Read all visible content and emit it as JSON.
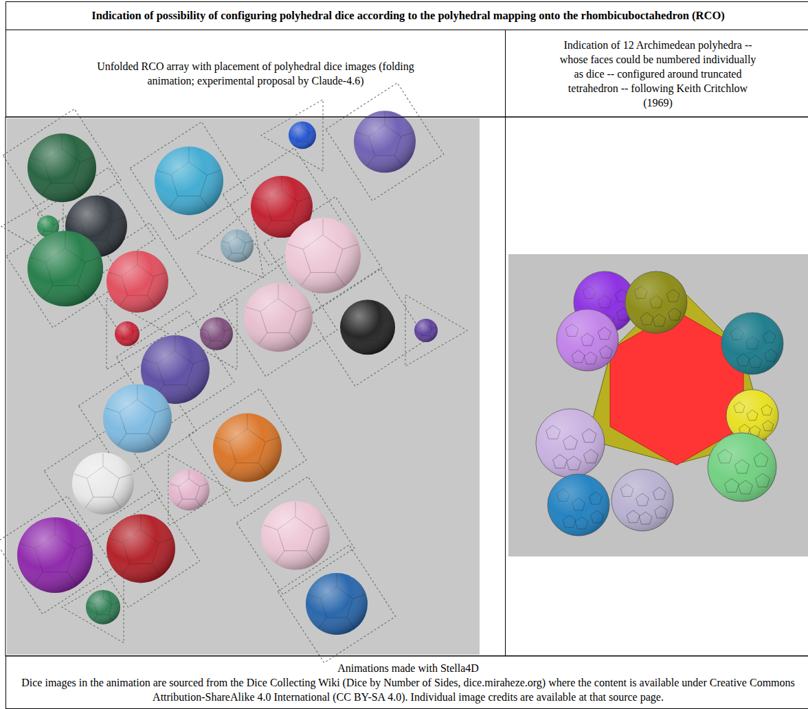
{
  "diagram": {
    "title": "Indication of possibility of configuring polyhedral dice according to the polyhedral mapping onto the rhombicuboctahedron (RCO)",
    "nodes": [
      {
        "text": [
          "Unfolded RCO array with placement of polyhedral dice images (folding animation; experimental proposal by Claude-4.6)"
        ]
      },
      {
        "text": [
          "Indication of 12 Archimedean polyhedra -- whose faces could be numbered individually as dice -- configured around truncated tetrahedron -- following Keith Critchlow (1969)"
        ]
      },
      {
        "text": [
          "Animations made with Stella4D",
          "Dice images in the animation are sourced from the Dice Collecting Wiki (Dice by Number of Sides, dice.miraheze.org) where the content is available under Creative Commons Attribution-ShareAlike 4.0 International (CC BY-SA 4.0). Individual image credits are available at that source page."
        ]
      }
    ]
  }
}
